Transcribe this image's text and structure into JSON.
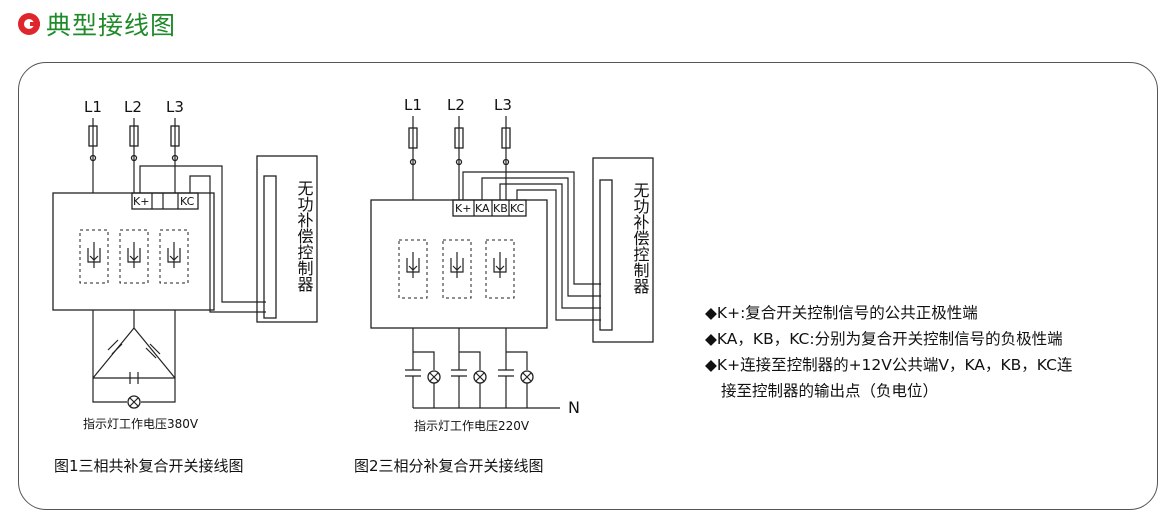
{
  "header": {
    "title": "典型接线图",
    "logo_icon": "c-logo-icon",
    "title_color": "#1f8a2a",
    "logo_color": "#e0262d"
  },
  "figure1": {
    "phases": [
      "L1",
      "L2",
      "L3"
    ],
    "terminals": [
      "K+",
      "",
      "KC"
    ],
    "controller": "无功补偿控制器",
    "lamp_note": "指示灯工作电压380V",
    "caption": "图1三相共补复合开关接线图"
  },
  "figure2": {
    "phases": [
      "L1",
      "L2",
      "L3"
    ],
    "terminals": [
      "K+",
      "KA",
      "KB",
      "KC"
    ],
    "controller": "无功补偿控制器",
    "neutral": "N",
    "lamp_note": "指示灯工作电压220V",
    "caption": "图2三相分补复合开关接线图"
  },
  "notes": [
    "◆K+:复合开关控制信号的公共正极性端",
    "◆KA，KB，KC:分别为复合开关控制信号的负极性端",
    "◆K+连接至控制器的+12V公共端V，KA，KB，KC连",
    "接至控制器的输出点（负电位）"
  ]
}
